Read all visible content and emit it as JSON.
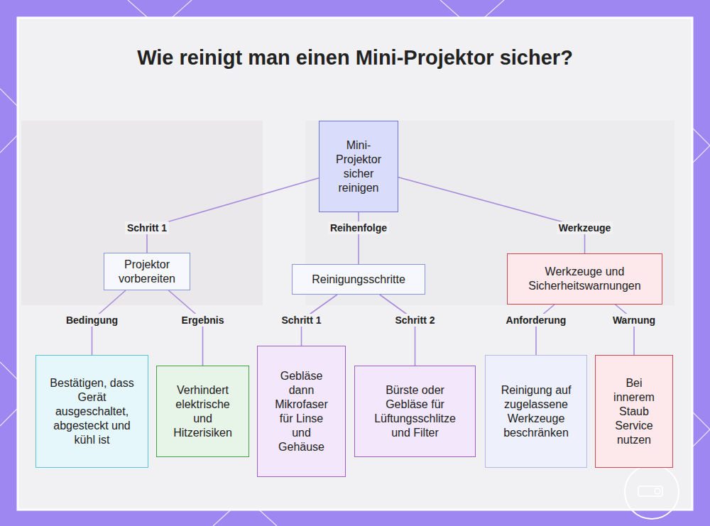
{
  "diagram": {
    "title": "Wie reinigt man einen Mini-Projektor sicher?",
    "nodes": [
      {
        "text": [
          "Mini-Projektor sicher reinigen"
        ]
      },
      {
        "text": [
          "Projektor vorbereiten"
        ]
      },
      {
        "text": [
          "Reinigungsschritte"
        ]
      },
      {
        "text": [
          "Werkzeuge und Sicherheitswarnungen"
        ]
      },
      {
        "text": [
          "Bestätigen, dass Gerät ausgeschaltet, abgesteckt und kühl ist"
        ]
      },
      {
        "text": [
          "Verhindert elektrische und Hitzerisiken"
        ]
      },
      {
        "text": [
          "Gebläse dann Mikrofaser für Linse und Gehäuse"
        ]
      },
      {
        "text": [
          "Bürste oder Gebläse für Lüftungsschlitze und Filter"
        ]
      },
      {
        "text": [
          "Reinigung auf zugelassene Werkzeuge beschränken"
        ]
      },
      {
        "text": [
          "Bei innerem Staub Service nutzen"
        ]
      }
    ],
    "edges": [
      {
        "from": 0,
        "to": 1,
        "label": "Schritt 1",
        "arrow": "none"
      },
      {
        "from": 0,
        "to": 2,
        "label": "Reihenfolge",
        "arrow": "none"
      },
      {
        "from": 0,
        "to": 3,
        "label": "Werkzeuge",
        "arrow": "none"
      },
      {
        "from": 1,
        "to": 4,
        "label": "Bedingung",
        "arrow": "none"
      },
      {
        "from": 1,
        "to": 5,
        "label": "Ergebnis",
        "arrow": "none"
      },
      {
        "from": 2,
        "to": 6,
        "label": "Schritt 1",
        "arrow": "none"
      },
      {
        "from": 2,
        "to": 7,
        "label": "Schritt 2",
        "arrow": "none"
      },
      {
        "from": 3,
        "to": 8,
        "label": "Anforderung",
        "arrow": "none"
      },
      {
        "from": 3,
        "to": 9,
        "label": "Warnung",
        "arrow": "none"
      }
    ]
  }
}
